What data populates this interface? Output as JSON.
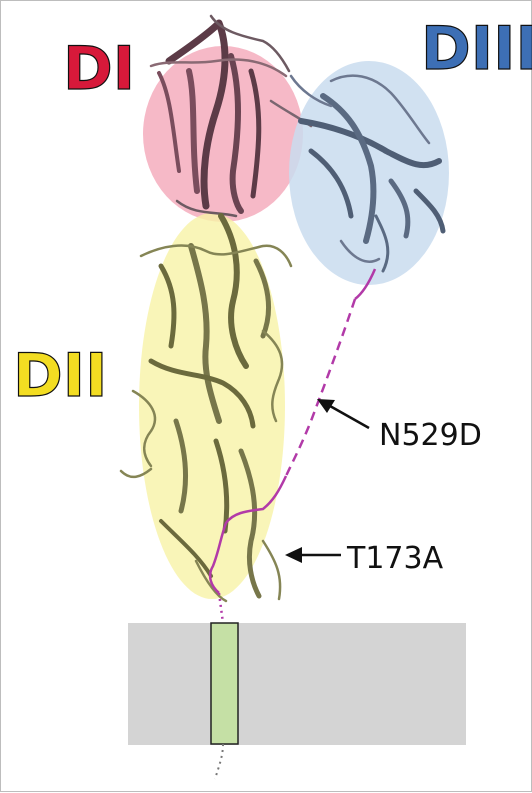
{
  "domains": [
    {
      "key": "DI",
      "label": "DI",
      "fill_color": "#f4a7b9",
      "text_color": "#d7193a"
    },
    {
      "key": "DII",
      "label": "DII",
      "fill_color": "#f7f2a6",
      "text_color": "#f3dd22"
    },
    {
      "key": "DIII",
      "label": "DIII",
      "fill_color": "#c9dcef",
      "text_color": "#3d6fb5"
    }
  ],
  "mutations": [
    {
      "key": "n529d",
      "label": "N529D"
    },
    {
      "key": "t173a",
      "label": "T173A"
    }
  ],
  "colors": {
    "linker": "#b23aa8",
    "membrane": "#d4d4d4",
    "transmembrane": "#c5e0a5",
    "ribbon_dark": "#5c4a52"
  }
}
